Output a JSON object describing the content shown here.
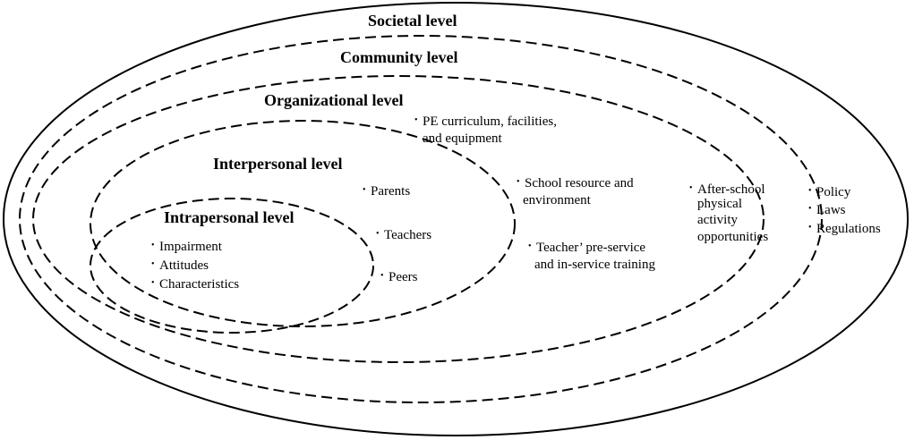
{
  "levels": {
    "societal": "Societal level",
    "community": "Community level",
    "organizational": "Organizational level",
    "interpersonal": "Interpersonal level",
    "intrapersonal": "Intrapersonal level"
  },
  "bullet": "•",
  "intrapersonal_items": [
    "Impairment",
    "Attitudes",
    "Characteristics"
  ],
  "interpersonal_items": [
    "Parents",
    "Teachers",
    "Peers"
  ],
  "organizational_items": {
    "curriculum_1": "PE curriculum, facilities,",
    "curriculum_2": "and equipment",
    "resource_1": "School resource and",
    "resource_2": "environment",
    "training_1": "Teacher’ pre-service",
    "training_2": "and in-service training"
  },
  "community_items": {
    "line_1": "After-school",
    "line_2": "physical",
    "line_3": "activity",
    "line_4": "opportunities"
  },
  "societal_items": [
    "Policy",
    "Laws",
    "Regulations"
  ]
}
